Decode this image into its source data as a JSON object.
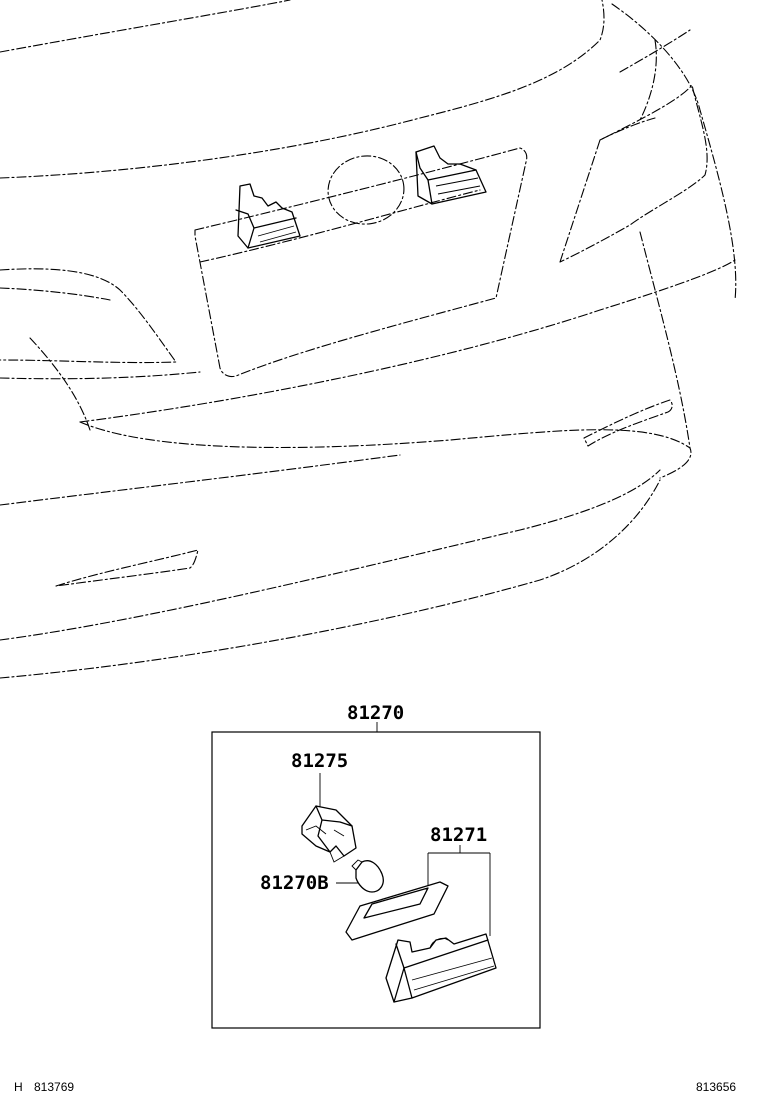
{
  "callouts": {
    "assembly": "81270",
    "socket": "81275",
    "lens": "81271",
    "bulb": "81270B"
  },
  "footer": {
    "prefix": "H",
    "left_code": "813769",
    "right_code": "813656"
  }
}
